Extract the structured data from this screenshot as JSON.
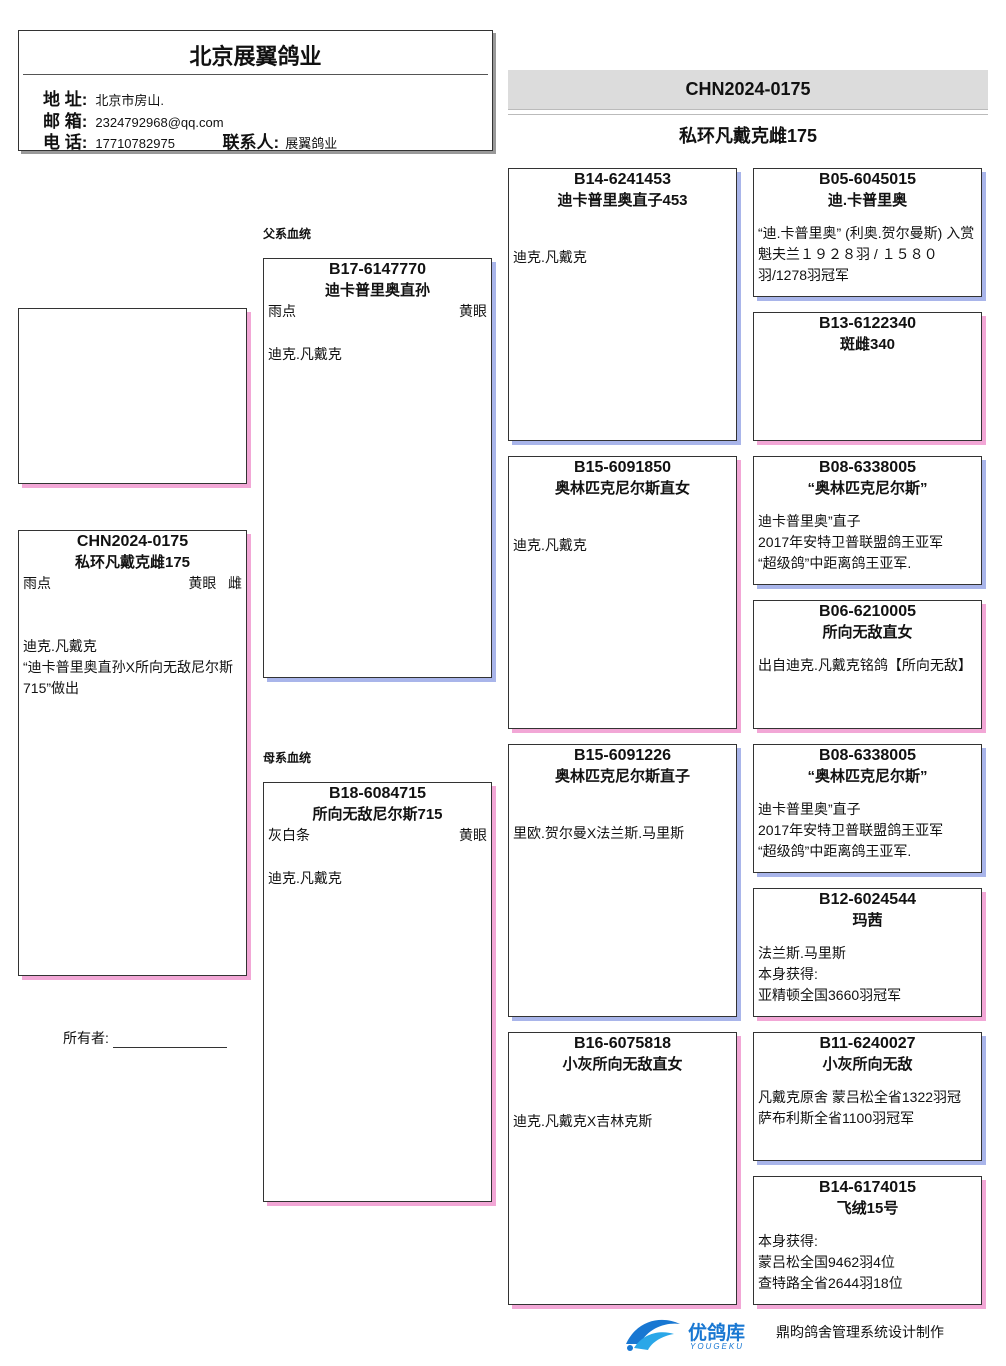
{
  "header": {
    "title": "北京展翼鸽业",
    "address_label": "地 址:",
    "address": "北京市房山.",
    "email_label": "邮 箱:",
    "email": "2324792968@qq.com",
    "phone_label": "电 话:",
    "phone": "17710782975",
    "contact_label": "联系人:",
    "contact": "展翼鸽业"
  },
  "subject": {
    "ring": "CHN2024-0175",
    "name": "私环凡戴克雌175",
    "color": "雨点",
    "eye": "黄眼",
    "sex": "雌",
    "desc": "迪克.凡戴克\n“迪卡普里奥直孙X所向无敌尼尔斯715”做出"
  },
  "sections": {
    "sire": "父系血统",
    "dam": "母系血统"
  },
  "owner_label": "所有者:",
  "sire": {
    "ring": "B17-6147770",
    "name": "迪卡普里奥直孙",
    "color": "雨点",
    "eye": "黄眼",
    "desc": "迪克.凡戴克"
  },
  "dam": {
    "ring": "B18-6084715",
    "name": "所向无敌尼尔斯715",
    "color": "灰白条",
    "eye": "黄眼",
    "desc": "迪克.凡戴克"
  },
  "gp": [
    {
      "ring": "B14-6241453",
      "name": "迪卡普里奥直子453",
      "desc": "迪克.凡戴克"
    },
    {
      "ring": "B15-6091850",
      "name": "奥林匹克尼尔斯直女",
      "desc": "迪克.凡戴克"
    },
    {
      "ring": "B15-6091226",
      "name": "奥林匹克尼尔斯直子",
      "desc": "里欧.贺尔曼X法兰斯.马里斯"
    },
    {
      "ring": "B16-6075818",
      "name": "小灰所向无敌直女",
      "desc": "迪克.凡戴克X吉林克斯"
    }
  ],
  "ggp": [
    {
      "ring": "B05-6045015",
      "name": "迪.卡普里奥",
      "desc": "“迪.卡普里奥” (利奥.贺尔曼斯) 入赏魁夫兰１９２８羽 / １５８０羽/1278羽冠军"
    },
    {
      "ring": "B13-6122340",
      "name": "斑雌340",
      "desc": ""
    },
    {
      "ring": "B08-6338005",
      "name": "“奥林匹克尼尔斯”",
      "desc": "迪卡普里奥”直子\n2017年安特卫普联盟鸽王亚军\n“超级鸽”中距离鸽王亚军."
    },
    {
      "ring": "B06-6210005",
      "name": "所向无敌直女",
      "desc": "出自迪克.凡戴克铭鸽【所向无敌】"
    },
    {
      "ring": "B08-6338005",
      "name": "“奥林匹克尼尔斯”",
      "desc": "迪卡普里奥”直子\n2017年安特卫普联盟鸽王亚军\n“超级鸽”中距离鸽王亚军."
    },
    {
      "ring": "B12-6024544",
      "name": "玛茜",
      "desc": "法兰斯.马里斯\n本身获得:\n亚精顿全国3660羽冠军"
    },
    {
      "ring": "B11-6240027",
      "name": "小灰所向无敌",
      "desc": "凡戴克原舍 蒙吕松全省1322羽冠\n萨布利斯全省1100羽冠军"
    },
    {
      "ring": "B14-6174015",
      "name": "飞绒15号",
      "desc": "本身获得:\n蒙吕松全国9462羽4位\n查特路全省2644羽18位"
    }
  ],
  "footer": {
    "logo_text": "优鸽库",
    "logo_sub": "YOUGEKU",
    "credit": "鼎昀鸽舍管理系统设计制作"
  },
  "colors": {
    "shadow_pink": "#f2a7d6",
    "shadow_blue": "#a9b5ea",
    "band_gray": "#dcdcdc",
    "logo_blue": "#1877d2"
  }
}
